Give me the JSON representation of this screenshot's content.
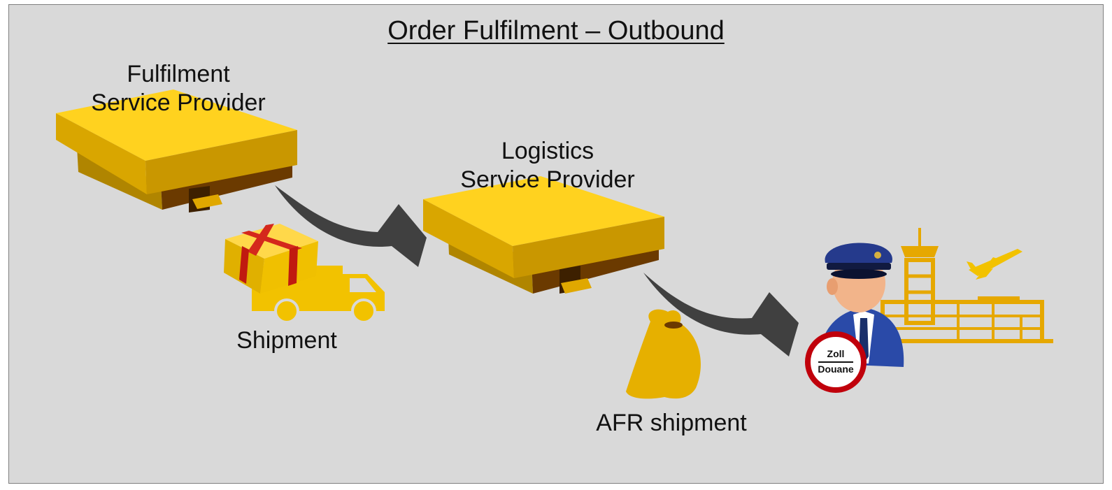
{
  "diagram": {
    "title": "Order Fulfilment – Outbound",
    "fulfilment_provider": {
      "line1": "Fulfilment",
      "line2": "Service Provider"
    },
    "logistics_provider": {
      "line1": "Logistics",
      "line2": "Service Provider"
    },
    "shipment_label": "Shipment",
    "afr_label": "AFR shipment",
    "customs_badge": {
      "top": "Zoll",
      "bottom": "Douane"
    }
  },
  "colors": {
    "background": "#d9d9d9",
    "pallet_gold": "#f2c200",
    "pallet_dark": "#b08500",
    "pallet_base": "#6b3a00",
    "arrow": "#404040",
    "truck": "#f2c200",
    "badge_red": "#c0000b"
  },
  "icons": [
    "pallet-icon",
    "package-icon",
    "truck-icon",
    "sack-icon",
    "customs-officer-icon",
    "airport-icon",
    "airplane-icon"
  ]
}
